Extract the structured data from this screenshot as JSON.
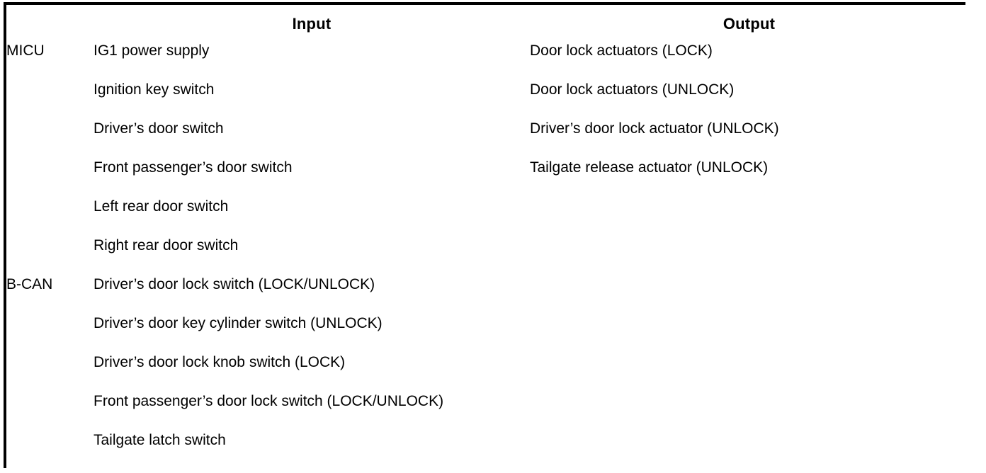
{
  "table": {
    "columns": [
      {
        "key": "unit",
        "header": ""
      },
      {
        "key": "input",
        "header": "Input"
      },
      {
        "key": "output",
        "header": "Output"
      }
    ],
    "header": {
      "blank": "",
      "input": "Input",
      "output": "Output"
    },
    "rows": [
      {
        "unit": "MICU",
        "inputs": [
          "IG1 power supply",
          "Ignition key switch",
          "Driver’s door switch",
          "Front passenger’s door switch",
          "Left rear door switch",
          "Right rear door switch"
        ],
        "outputs": [
          "Door lock actuators (LOCK)",
          "Door lock actuators (UNLOCK)",
          "Driver’s door lock actuator (UNLOCK)",
          "Tailgate release actuator (UNLOCK)"
        ]
      },
      {
        "unit": "B-CAN",
        "inputs": [
          "Driver’s door lock switch (LOCK/UNLOCK)",
          "Driver’s door key cylinder switch (UNLOCK)",
          "Driver’s door lock knob switch (LOCK)",
          "Front passenger’s door lock switch (LOCK/UNLOCK)",
          "Tailgate latch switch"
        ],
        "outputs": []
      }
    ]
  },
  "style": {
    "border_color": "#000000",
    "text_color": "#000000",
    "background": "#ffffff"
  }
}
